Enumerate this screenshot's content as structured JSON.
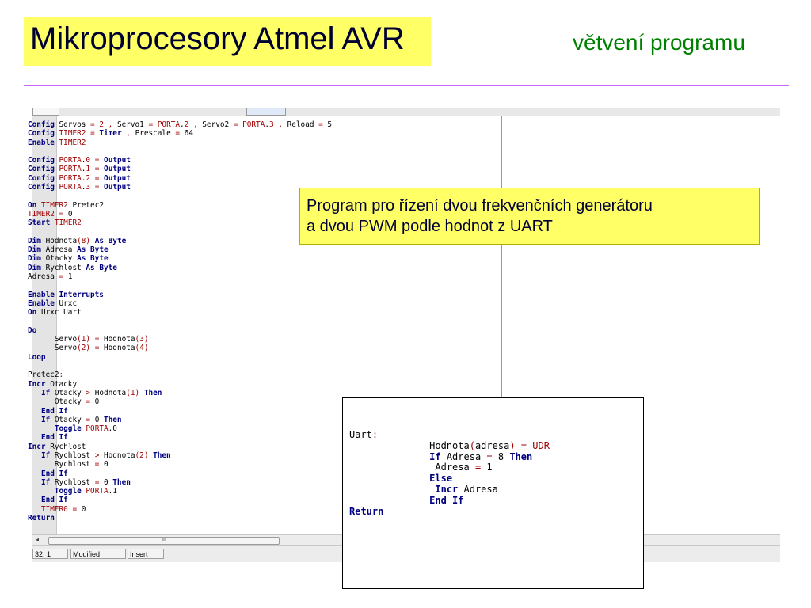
{
  "slide": {
    "title": "Mikroprocesory Atmel AVR",
    "subtitle": "větvení programu"
  },
  "ide": {
    "status": {
      "position": "32: 1",
      "modified": "Modified",
      "mode": "Insert"
    },
    "scrollbar_grip": "III",
    "scroll_left_arrow": "◂",
    "code_lines": [
      [
        {
          "t": "Config",
          "c": "kw"
        },
        {
          "t": " Servos "
        },
        {
          "t": "=",
          "c": "rd"
        },
        {
          "t": " "
        },
        {
          "t": "2",
          "c": "rd"
        },
        {
          "t": " "
        },
        {
          "t": ",",
          "c": "rd"
        },
        {
          "t": " Servo1 "
        },
        {
          "t": "=",
          "c": "rd"
        },
        {
          "t": " "
        },
        {
          "t": "PORTA",
          "c": "rd"
        },
        {
          "t": "."
        },
        {
          "t": "2",
          "c": "rd"
        },
        {
          "t": " "
        },
        {
          "t": ",",
          "c": "rd"
        },
        {
          "t": " Servo2 "
        },
        {
          "t": "=",
          "c": "rd"
        },
        {
          "t": " "
        },
        {
          "t": "PORTA",
          "c": "rd"
        },
        {
          "t": "."
        },
        {
          "t": "3",
          "c": "rd"
        },
        {
          "t": " "
        },
        {
          "t": ",",
          "c": "rd"
        },
        {
          "t": " Reload "
        },
        {
          "t": "=",
          "c": "rd"
        },
        {
          "t": " 5"
        }
      ],
      [
        {
          "t": "Config",
          "c": "kw"
        },
        {
          "t": " "
        },
        {
          "t": "TIMER2",
          "c": "rd"
        },
        {
          "t": " "
        },
        {
          "t": "=",
          "c": "rd"
        },
        {
          "t": " "
        },
        {
          "t": "Timer",
          "c": "kw"
        },
        {
          "t": " "
        },
        {
          "t": ",",
          "c": "rd"
        },
        {
          "t": " Prescale "
        },
        {
          "t": "=",
          "c": "rd"
        },
        {
          "t": " 64"
        }
      ],
      [
        {
          "t": "Enable",
          "c": "kw"
        },
        {
          "t": " "
        },
        {
          "t": "TIMER2",
          "c": "rd"
        }
      ],
      [],
      [
        {
          "t": "Config",
          "c": "kw"
        },
        {
          "t": " "
        },
        {
          "t": "PORTA",
          "c": "rd"
        },
        {
          "t": "."
        },
        {
          "t": "0",
          "c": "rd"
        },
        {
          "t": " "
        },
        {
          "t": "=",
          "c": "rd"
        },
        {
          "t": " "
        },
        {
          "t": "Output",
          "c": "kw"
        }
      ],
      [
        {
          "t": "Config",
          "c": "kw"
        },
        {
          "t": " "
        },
        {
          "t": "PORTA",
          "c": "rd"
        },
        {
          "t": "."
        },
        {
          "t": "1",
          "c": "rd"
        },
        {
          "t": " "
        },
        {
          "t": "=",
          "c": "rd"
        },
        {
          "t": " "
        },
        {
          "t": "Output",
          "c": "kw"
        }
      ],
      [
        {
          "t": "Config",
          "c": "kw"
        },
        {
          "t": " "
        },
        {
          "t": "PORTA",
          "c": "rd"
        },
        {
          "t": "."
        },
        {
          "t": "2",
          "c": "rd"
        },
        {
          "t": " "
        },
        {
          "t": "=",
          "c": "rd"
        },
        {
          "t": " "
        },
        {
          "t": "Output",
          "c": "kw"
        }
      ],
      [
        {
          "t": "Config",
          "c": "kw"
        },
        {
          "t": " "
        },
        {
          "t": "PORTA",
          "c": "rd"
        },
        {
          "t": "."
        },
        {
          "t": "3",
          "c": "rd"
        },
        {
          "t": " "
        },
        {
          "t": "=",
          "c": "rd"
        },
        {
          "t": " "
        },
        {
          "t": "Output",
          "c": "kw"
        }
      ],
      [],
      [
        {
          "t": "On",
          "c": "kw"
        },
        {
          "t": " "
        },
        {
          "t": "TIMER2",
          "c": "rd"
        },
        {
          "t": " Pretec2"
        }
      ],
      [
        {
          "t": "TIMER2",
          "c": "rd"
        },
        {
          "t": " "
        },
        {
          "t": "=",
          "c": "rd"
        },
        {
          "t": " 0"
        }
      ],
      [
        {
          "t": "Start",
          "c": "kw"
        },
        {
          "t": " "
        },
        {
          "t": "TIMER2",
          "c": "rd"
        }
      ],
      [],
      [
        {
          "t": "Dim",
          "c": "kw"
        },
        {
          "t": " Hodnota"
        },
        {
          "t": "(",
          "c": "rd"
        },
        {
          "t": "8",
          "c": "rd"
        },
        {
          "t": ")",
          "c": "rd"
        },
        {
          "t": " "
        },
        {
          "t": "As Byte",
          "c": "kw"
        }
      ],
      [
        {
          "t": "Dim",
          "c": "kw"
        },
        {
          "t": " Adresa "
        },
        {
          "t": "As Byte",
          "c": "kw"
        }
      ],
      [
        {
          "t": "Dim",
          "c": "kw"
        },
        {
          "t": " Otacky "
        },
        {
          "t": "As Byte",
          "c": "kw"
        }
      ],
      [
        {
          "t": "Dim",
          "c": "kw"
        },
        {
          "t": " Rychlost "
        },
        {
          "t": "As Byte",
          "c": "kw"
        }
      ],
      [
        {
          "t": "Adresa "
        },
        {
          "t": "=",
          "c": "rd"
        },
        {
          "t": " 1"
        }
      ],
      [],
      [
        {
          "t": "Enable Interrupts",
          "c": "kw"
        }
      ],
      [
        {
          "t": "Enable",
          "c": "kw"
        },
        {
          "t": " Urxc"
        }
      ],
      [
        {
          "t": "On",
          "c": "kw"
        },
        {
          "t": " Urxc Uart"
        }
      ],
      [],
      [
        {
          "t": "Do",
          "c": "kw"
        }
      ],
      [
        {
          "t": "      Servo"
        },
        {
          "t": "(",
          "c": "rd"
        },
        {
          "t": "1",
          "c": "rd"
        },
        {
          "t": ")",
          "c": "rd"
        },
        {
          "t": " "
        },
        {
          "t": "=",
          "c": "rd"
        },
        {
          "t": " Hodnota"
        },
        {
          "t": "(",
          "c": "rd"
        },
        {
          "t": "3",
          "c": "rd"
        },
        {
          "t": ")",
          "c": "rd"
        }
      ],
      [
        {
          "t": "      Servo"
        },
        {
          "t": "(",
          "c": "rd"
        },
        {
          "t": "2",
          "c": "rd"
        },
        {
          "t": ")",
          "c": "rd"
        },
        {
          "t": " "
        },
        {
          "t": "=",
          "c": "rd"
        },
        {
          "t": " Hodnota"
        },
        {
          "t": "(",
          "c": "rd"
        },
        {
          "t": "4",
          "c": "rd"
        },
        {
          "t": ")",
          "c": "rd"
        }
      ],
      [
        {
          "t": "Loop",
          "c": "kw"
        }
      ],
      [],
      [
        {
          "t": "Pretec2"
        },
        {
          "t": ":",
          "c": "rd"
        }
      ],
      [
        {
          "t": "Incr",
          "c": "kw"
        },
        {
          "t": " Otacky"
        }
      ],
      [
        {
          "t": "   "
        },
        {
          "t": "If",
          "c": "kw"
        },
        {
          "t": " Otacky "
        },
        {
          "t": ">",
          "c": "rd"
        },
        {
          "t": " Hodnota"
        },
        {
          "t": "(",
          "c": "rd"
        },
        {
          "t": "1",
          "c": "rd"
        },
        {
          "t": ")",
          "c": "rd"
        },
        {
          "t": " "
        },
        {
          "t": "Then",
          "c": "kw"
        }
      ],
      [
        {
          "t": "      Otacky "
        },
        {
          "t": "=",
          "c": "rd"
        },
        {
          "t": " 0"
        }
      ],
      [
        {
          "t": "   "
        },
        {
          "t": "End If",
          "c": "kw"
        }
      ],
      [
        {
          "t": "   "
        },
        {
          "t": "If",
          "c": "kw"
        },
        {
          "t": " Otacky "
        },
        {
          "t": "=",
          "c": "rd"
        },
        {
          "t": " 0 "
        },
        {
          "t": "Then",
          "c": "kw"
        }
      ],
      [
        {
          "t": "      "
        },
        {
          "t": "Toggle",
          "c": "kw"
        },
        {
          "t": " "
        },
        {
          "t": "PORTA",
          "c": "rd"
        },
        {
          "t": ".0"
        }
      ],
      [
        {
          "t": "   "
        },
        {
          "t": "End If",
          "c": "kw"
        }
      ],
      [
        {
          "t": "Incr",
          "c": "kw"
        },
        {
          "t": " Rychlost"
        }
      ],
      [
        {
          "t": "   "
        },
        {
          "t": "If",
          "c": "kw"
        },
        {
          "t": " Rychlost "
        },
        {
          "t": ">",
          "c": "rd"
        },
        {
          "t": " Hodnota"
        },
        {
          "t": "(",
          "c": "rd"
        },
        {
          "t": "2",
          "c": "rd"
        },
        {
          "t": ")",
          "c": "rd"
        },
        {
          "t": " "
        },
        {
          "t": "Then",
          "c": "kw"
        }
      ],
      [
        {
          "t": "      Rychlost "
        },
        {
          "t": "=",
          "c": "rd"
        },
        {
          "t": " 0"
        }
      ],
      [
        {
          "t": "   "
        },
        {
          "t": "End If",
          "c": "kw"
        }
      ],
      [
        {
          "t": "   "
        },
        {
          "t": "If",
          "c": "kw"
        },
        {
          "t": " Rychlost "
        },
        {
          "t": "=",
          "c": "rd"
        },
        {
          "t": " 0 "
        },
        {
          "t": "Then",
          "c": "kw"
        }
      ],
      [
        {
          "t": "      "
        },
        {
          "t": "Toggle",
          "c": "kw"
        },
        {
          "t": " "
        },
        {
          "t": "PORTA",
          "c": "rd"
        },
        {
          "t": ".1"
        }
      ],
      [
        {
          "t": "   "
        },
        {
          "t": "End If",
          "c": "kw"
        }
      ],
      [
        {
          "t": "   "
        },
        {
          "t": "TIMER0",
          "c": "rd"
        },
        {
          "t": " "
        },
        {
          "t": "=",
          "c": "rd"
        },
        {
          "t": " 0"
        }
      ],
      [
        {
          "t": "Return",
          "c": "kw"
        }
      ]
    ]
  },
  "callout": {
    "line1": "Program pro řízení dvou frekvenčních generátoru",
    "line2": "a dvou PWM podle hodnot z UART"
  },
  "uart_code_lines": [
    [
      {
        "t": "Uart"
      },
      {
        "t": ":",
        "c": "rd"
      }
    ],
    [
      {
        "t": "              Hodnota"
      },
      {
        "t": "(",
        "c": "rd"
      },
      {
        "t": "adresa"
      },
      {
        "t": ")",
        "c": "rd"
      },
      {
        "t": " "
      },
      {
        "t": "=",
        "c": "rd"
      },
      {
        "t": " "
      },
      {
        "t": "UDR",
        "c": "rd"
      }
    ],
    [
      {
        "t": "              "
      },
      {
        "t": "If",
        "c": "kw"
      },
      {
        "t": " Adresa "
      },
      {
        "t": "=",
        "c": "rd"
      },
      {
        "t": " 8 "
      },
      {
        "t": "Then",
        "c": "kw"
      }
    ],
    [
      {
        "t": "               Adresa "
      },
      {
        "t": "=",
        "c": "rd"
      },
      {
        "t": " 1"
      }
    ],
    [
      {
        "t": "              "
      },
      {
        "t": "Else",
        "c": "kw"
      }
    ],
    [
      {
        "t": "               "
      },
      {
        "t": "Incr",
        "c": "kw"
      },
      {
        "t": " Adresa"
      }
    ],
    [
      {
        "t": "              "
      },
      {
        "t": "End If",
        "c": "kw"
      }
    ],
    [
      {
        "t": "Return",
        "c": "kw"
      }
    ]
  ],
  "colors": {
    "title_bg": "#ffff66",
    "title_text": "#000033",
    "subtitle_text": "#008000",
    "rule": "#cc66ff",
    "keyword": "#000080",
    "literal": "#a00000"
  }
}
